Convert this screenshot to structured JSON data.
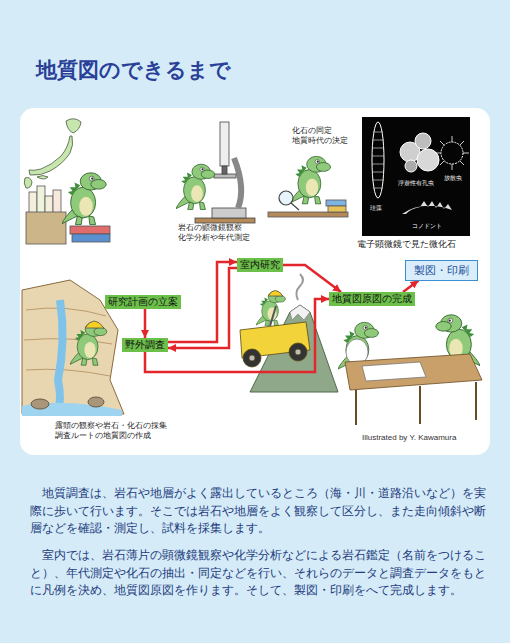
{
  "diagram": {
    "title": "地質図のできるまで",
    "nodes": [
      {
        "text": [
          "研究計画の立案"
        ]
      },
      {
        "text": [
          "野外調査"
        ]
      },
      {
        "text": [
          "室内研究"
        ]
      },
      {
        "text": [
          "地質図原図の完成"
        ]
      },
      {
        "text": [
          "製図・印刷"
        ]
      }
    ],
    "edges": [
      {
        "from": 0,
        "to": 1,
        "arrow": "to"
      },
      {
        "from": 1,
        "to": 2,
        "arrow": "to"
      },
      {
        "from": 2,
        "to": 1,
        "arrow": "to"
      },
      {
        "from": 2,
        "to": 3,
        "arrow": "to"
      },
      {
        "from": 1,
        "to": 3,
        "arrow": "to"
      },
      {
        "from": 3,
        "to": 4,
        "arrow": "to"
      }
    ],
    "labels": [
      "化石の同定 地質時代の決定",
      "浮遊性有孔虫",
      "放散虫",
      "珪藻",
      "コノドント",
      "岩石の顕微鏡観察 化学分析や年代測定",
      "電子顕微鏡で見た微化石",
      "露頭の観察や岩石・化石の採集 調査ルートの地質図の作成",
      "Illustrated by Y. Kawamura",
      "地質調査は、岩石や地層がよく露出しているところ（海・川・道路沿いなど）を実際に歩いて行います。そこでは岩石や地層をよく観察して区分し、また走向傾斜や断層などを確認・測定し、試料を採集します。",
      "室内では、岩石薄片の顕微鏡観察や化学分析などによる岩石鑑定（名前をつけること）、年代測定や化石の抽出・同定などを行い、それらのデータと調査データをもとに凡例を決め、地質図原図を作ります。そして、製図・印刷をへて完成します。"
    ]
  }
}
